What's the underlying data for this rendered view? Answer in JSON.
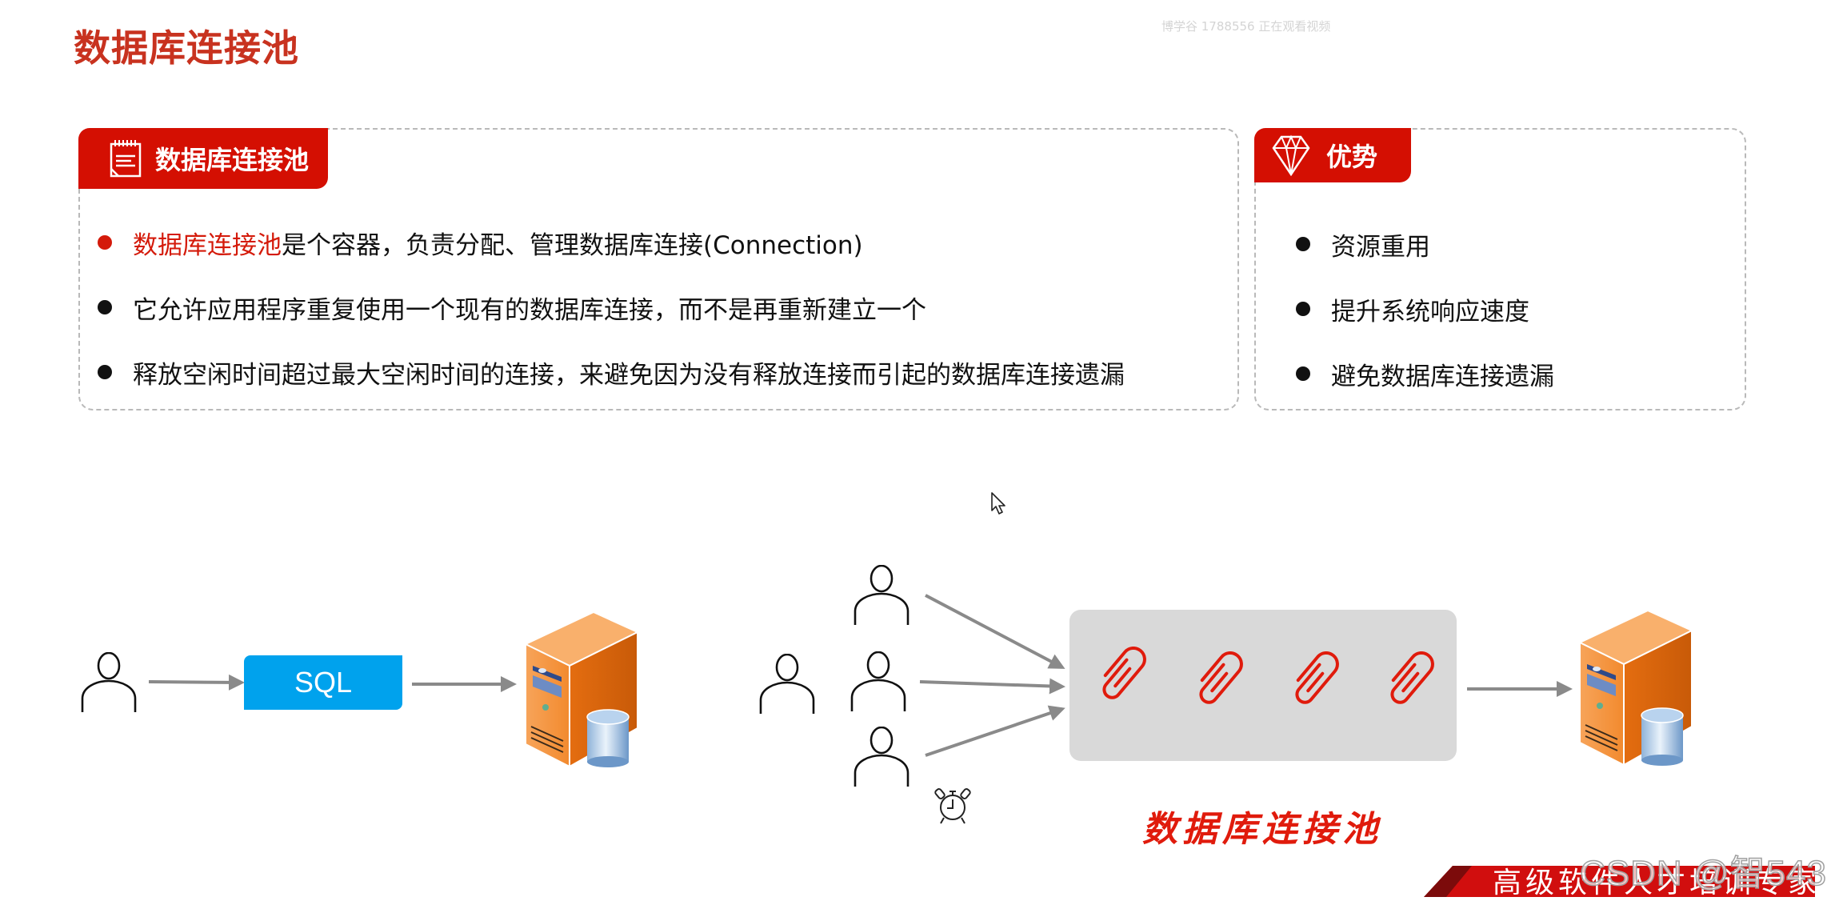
{
  "page": {
    "title": "数据库连接池",
    "viewer_watermark": "博学谷 1788556 正在观看视频"
  },
  "definition_card": {
    "tab_label": "数据库连接池",
    "tab_icon": "notepad-icon",
    "bullets": [
      {
        "highlight": "数据库连接池",
        "text": "是个容器，负责分配、管理数据库连接(Connection)",
        "bullet_color": "#d41a0a"
      },
      {
        "highlight": "",
        "text": "它允许应用程序重复使用一个现有的数据库连接，而不是再重新建立一个",
        "bullet_color": "#111111"
      },
      {
        "highlight": "",
        "text": "释放空闲时间超过最大空闲时间的连接，来避免因为没有释放连接而引起的数据库连接遗漏",
        "bullet_color": "#111111"
      }
    ]
  },
  "advantages_card": {
    "tab_label": "优势",
    "tab_icon": "diamond-icon",
    "bullets": [
      {
        "text": "资源重用"
      },
      {
        "text": "提升系统响应速度"
      },
      {
        "text": "避免数据库连接遗漏"
      }
    ]
  },
  "diagram_without_pool": {
    "user_icon": "person-icon",
    "sql_label": "SQL",
    "server_icon": "database-server-icon"
  },
  "diagram_with_pool": {
    "user_count": 4,
    "connection_count": 4,
    "connection_icon": "paperclip-icon",
    "timer_icon": "alarm-clock-icon",
    "pool_label": "数据库连接池",
    "server_icon": "database-server-icon"
  },
  "footer": {
    "banner_text": "高级软件人才培训专家",
    "csdn_watermark": "CSDN @智543"
  },
  "colors": {
    "accent_red": "#d40f02",
    "title_red": "#c8321f",
    "sql_blue": "#00a2ed",
    "pool_gray": "#d9d9d9",
    "server_orange": "#f07f1e"
  }
}
